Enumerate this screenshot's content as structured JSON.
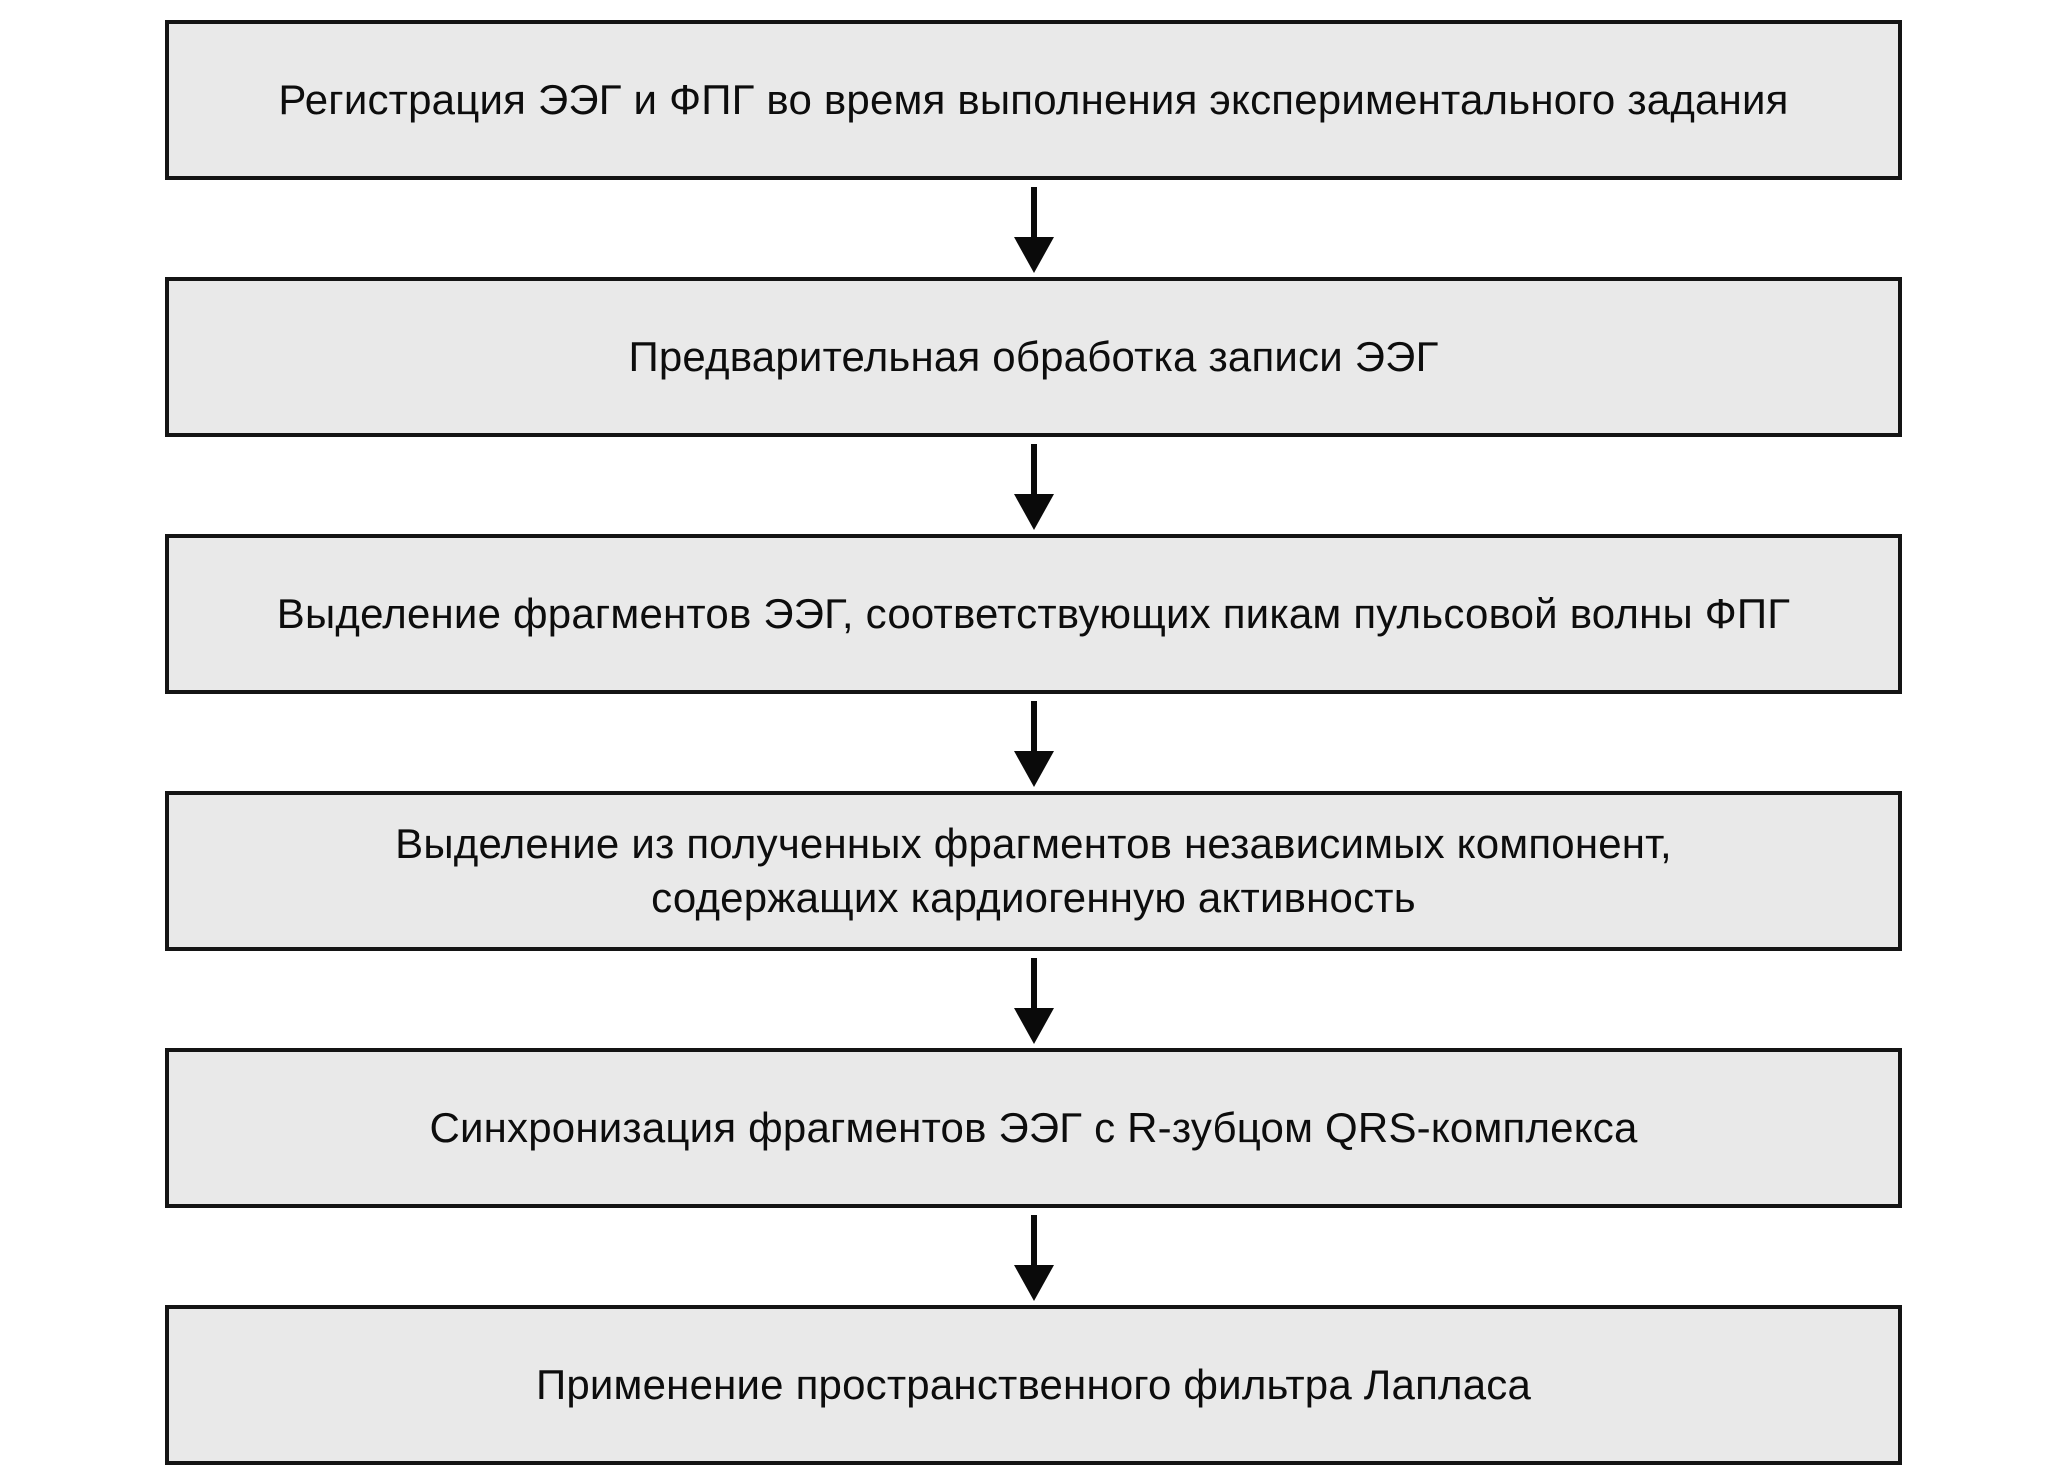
{
  "diagram": {
    "title": "EEG-FPG processing pipeline flowchart",
    "colors": {
      "background": "#ffffff",
      "box_fill": "#e9e9e9",
      "box_border": "#141414",
      "arrow": "#0a0a0a",
      "text": "#0d0d0d"
    },
    "steps": [
      {
        "text": "Регистрация ЭЭГ и ФПГ во время выполнения экспериментального задания"
      },
      {
        "text": "Предварительная обработка записи ЭЭГ"
      },
      {
        "text": "Выделение фрагментов ЭЭГ, соответствующих пикам пульсовой волны ФПГ"
      },
      {
        "text": "Выделение из полученных фрагментов независимых компонент,\nсодержащих кардиогенную активность"
      },
      {
        "text": "Синхронизация фрагментов ЭЭГ с R-зубцом QRS-комплекса"
      },
      {
        "text": "Применение пространственного фильтра Лапласа"
      }
    ]
  }
}
